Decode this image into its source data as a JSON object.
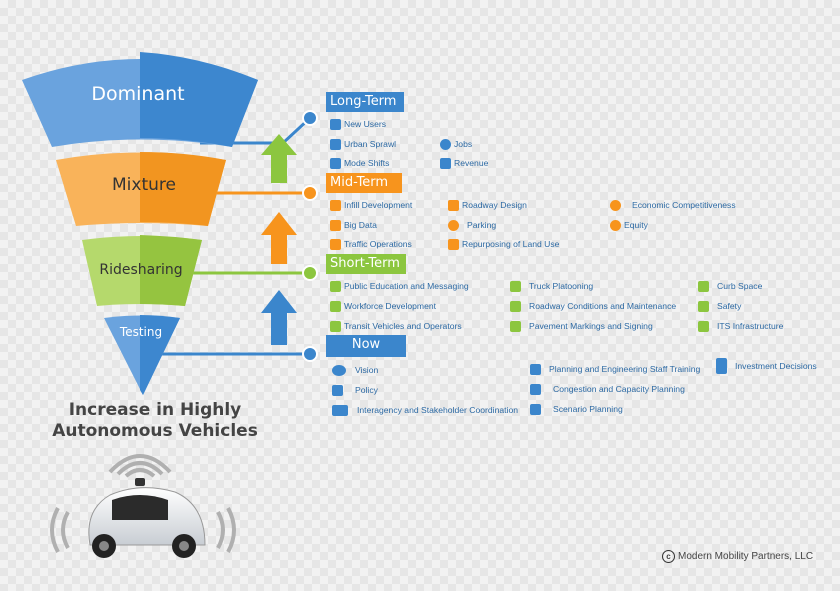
{
  "funnel": {
    "levels": [
      {
        "label": "Dominant",
        "color_left": "#6aa3de",
        "color_right": "#3d87cf"
      },
      {
        "label": "Mixture",
        "color_left": "#f9b35a",
        "color_right": "#f29520"
      },
      {
        "label": "Ridesharing",
        "color_left": "#b5d96c",
        "color_right": "#95c440"
      },
      {
        "label": "Testing",
        "color_left": "#6aa3de",
        "color_right": "#3d87cf"
      }
    ]
  },
  "arrows": {
    "green": "#8cc63f",
    "orange": "#f7941d",
    "blue": "#3b86cc"
  },
  "title": {
    "line1": "Increase in Highly",
    "line2": "Autonomous Vehicles"
  },
  "phases": {
    "long_term": {
      "label": "Long-Term",
      "color": "#3b86cc",
      "items": [
        {
          "label": "New Users",
          "icon": "accessibility-icon"
        },
        {
          "label": "Jobs",
          "icon": "magnifier-icon"
        },
        {
          "label": "Urban Sprawl",
          "icon": "house-icon"
        },
        {
          "label": "Mode Shifts",
          "icon": "car-icon"
        },
        {
          "label": "Revenue",
          "icon": "bar-chart-icon"
        }
      ]
    },
    "mid_term": {
      "label": "Mid-Term",
      "color": "#f7941d",
      "items": [
        {
          "label": "Infill Development",
          "icon": "buildings-icon"
        },
        {
          "label": "Roadway Design",
          "icon": "road-icon"
        },
        {
          "label": "Economic Competitiveness",
          "icon": "gauge-icon"
        },
        {
          "label": "Big Data",
          "icon": "data-icon"
        },
        {
          "label": "Parking",
          "icon": "parking-icon"
        },
        {
          "label": "Equity",
          "icon": "people-icon"
        },
        {
          "label": "Traffic Operations",
          "icon": "traffic-light-icon"
        },
        {
          "label": "Repurposing of Land Use",
          "icon": "gas-station-icon"
        }
      ]
    },
    "short_term": {
      "label": "Short-Term",
      "color": "#8cc63f",
      "items": [
        {
          "label": "Public Education and Messaging",
          "icon": "person-icon"
        },
        {
          "label": "Truck Platooning",
          "icon": "truck-icon"
        },
        {
          "label": "Curb Space",
          "icon": "hand-icon"
        },
        {
          "label": "Workforce Development",
          "icon": "worker-icon"
        },
        {
          "label": "Roadway Conditions and Maintenance",
          "icon": "construction-icon"
        },
        {
          "label": "Safety",
          "icon": "handshake-icon"
        },
        {
          "label": "Transit Vehicles and Operators",
          "icon": "bus-icon"
        },
        {
          "label": "Pavement Markings and Signing",
          "icon": "lane-icon"
        },
        {
          "label": "ITS Infrastructure",
          "icon": "antenna-icon"
        }
      ]
    },
    "now": {
      "label": "Now",
      "color": "#3b86cc",
      "items": [
        {
          "label": "Vision",
          "icon": "eye-icon"
        },
        {
          "label": "Planning and Engineering Staff Training",
          "icon": "presentation-icon"
        },
        {
          "label": "Investment Decisions",
          "icon": "signpost-icon"
        },
        {
          "label": "Policy",
          "icon": "document-icon"
        },
        {
          "label": "Congestion and Capacity Planning",
          "icon": "traffic-icon"
        },
        {
          "label": "Interagency and Stakeholder Coordination",
          "icon": "group-icon"
        },
        {
          "label": "Scenario Planning",
          "icon": "network-icon"
        }
      ]
    }
  },
  "copyright": {
    "text": "Modern Mobility Partners, LLC"
  }
}
